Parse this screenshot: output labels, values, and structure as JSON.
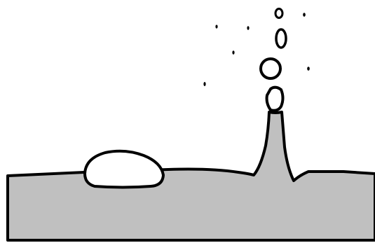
{
  "colors": {
    "background": "#ffffff",
    "liquid": "#c0c0c0",
    "bubble": "#ffffff",
    "outline": "#000000",
    "droplet": "#000000"
  },
  "elements": {
    "liquid": "liquid-surface",
    "jet": "liquid-jet",
    "bubble": "surface-bubble",
    "drops": [
      "jet-tip-drop",
      "rising-droplet-large",
      "rising-droplet-medium",
      "rising-droplet-small"
    ],
    "specks": [
      "spray-speck",
      "spray-speck",
      "spray-speck",
      "spray-speck",
      "spray-speck",
      "spray-speck"
    ]
  }
}
